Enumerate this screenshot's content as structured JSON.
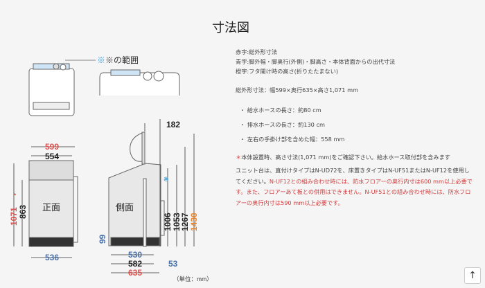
{
  "title": "寸法図",
  "legend": {
    "red": "赤字:総外形寸法",
    "blue": "青字:脚外幅・脚奥行(外側)・脚高さ・本体背面からの出代寸法",
    "orange": "橙字:フタ開け時の高さ(折りたたまない)"
  },
  "overall": "総外形寸法：幅599×奥行635×高さ1,071 mm",
  "bullets": [
    "・ 給水ホースの長さ：約80 cm",
    "・ 排水ホースの長さ：約130 cm",
    "・ 左右の手掛け部を含めた幅：558 mm"
  ],
  "asterisk_mark": "＊",
  "asterisk_note": "本体設置時、高さ寸法(1,071 mm)をご確認下さい。給水ホース取付部を含みます",
  "unit_note_plain": "ユニット台は、直付けタイプはN-UD72を、床置きタイプはN-UF51またはN-UF12を使用してください。",
  "unit_note_red": "N-UF12との組み合わせ時には、防水フロアーの奥行内寸は600 mm以上必要です。また、フロアーあて板との併用はできません。N-UF51との組み合わせ時には、防水フロアーの奥行内寸は590 mm以上必要です。",
  "diagram": {
    "range_label": "※の範囲",
    "front_label": "正面",
    "side_label": "側面",
    "unit": "（単位：mm）",
    "front": {
      "width_total": "599",
      "width_body": "554",
      "leg_width": "536",
      "height_total": "1071",
      "height_total_mark": "*",
      "height_body": "863"
    },
    "side": {
      "lid_offset": "182",
      "h1": "1006",
      "h1_mark": "※",
      "h2": "1053",
      "h3": "1267",
      "h_open": "1430",
      "leg_height": "99",
      "leg_depth": "530",
      "depth_body": "582",
      "depth_total": "635",
      "rear_offset": "53"
    },
    "colors": {
      "red": "#d9534f",
      "blue": "#4a6fa5",
      "orange": "#e8822a",
      "black": "#222222"
    }
  },
  "scroll_top_icon": "↑"
}
